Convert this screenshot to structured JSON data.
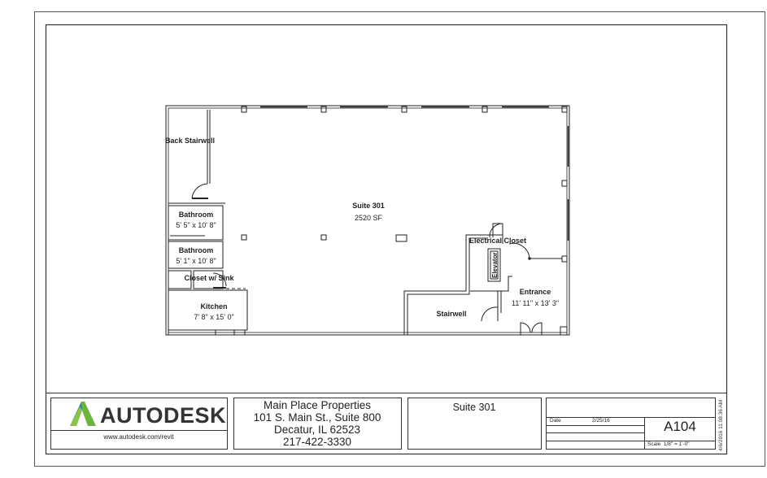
{
  "sheet": {
    "rooms": [
      {
        "name": "Back Stairwell",
        "size": ""
      },
      {
        "name": "Suite 301",
        "size": "2520 SF"
      },
      {
        "name": "Bathroom",
        "size": "5' 5\" x 10' 8\""
      },
      {
        "name": "Bathroom",
        "size": "5' 1\" x 10' 8\""
      },
      {
        "name": "Closet w/ Sink",
        "size": ""
      },
      {
        "name": "Kitchen",
        "size": "7' 8\" x 15' 0\""
      },
      {
        "name": "Electrical Closet",
        "size": ""
      },
      {
        "name": "Elevator",
        "size": ""
      },
      {
        "name": "Stairwell",
        "size": ""
      },
      {
        "name": "Entrance",
        "size": "11' 11\" x 13' 3\""
      }
    ]
  },
  "title_block": {
    "logo_text": "AUTODESK",
    "logo_url": "www.autodesk.com/revit",
    "client": {
      "name": "Main Place Properties",
      "address1": "101 S. Main St., Suite 800",
      "address2": "Decatur, IL 62523",
      "phone": "217-422-3330"
    },
    "project_name": "Suite 301",
    "date_label": "Date",
    "date_value": "2/25/16",
    "sheet_number": "A104",
    "scale_label": "Scale",
    "scale_value": "1/8\" = 1'-0\"",
    "timestamp": "4/6/2016 11:08:36 AM"
  },
  "colors": {
    "line": "#333333",
    "logo_green": "#6fb43f",
    "logo_teal": "#1e8a9a"
  }
}
